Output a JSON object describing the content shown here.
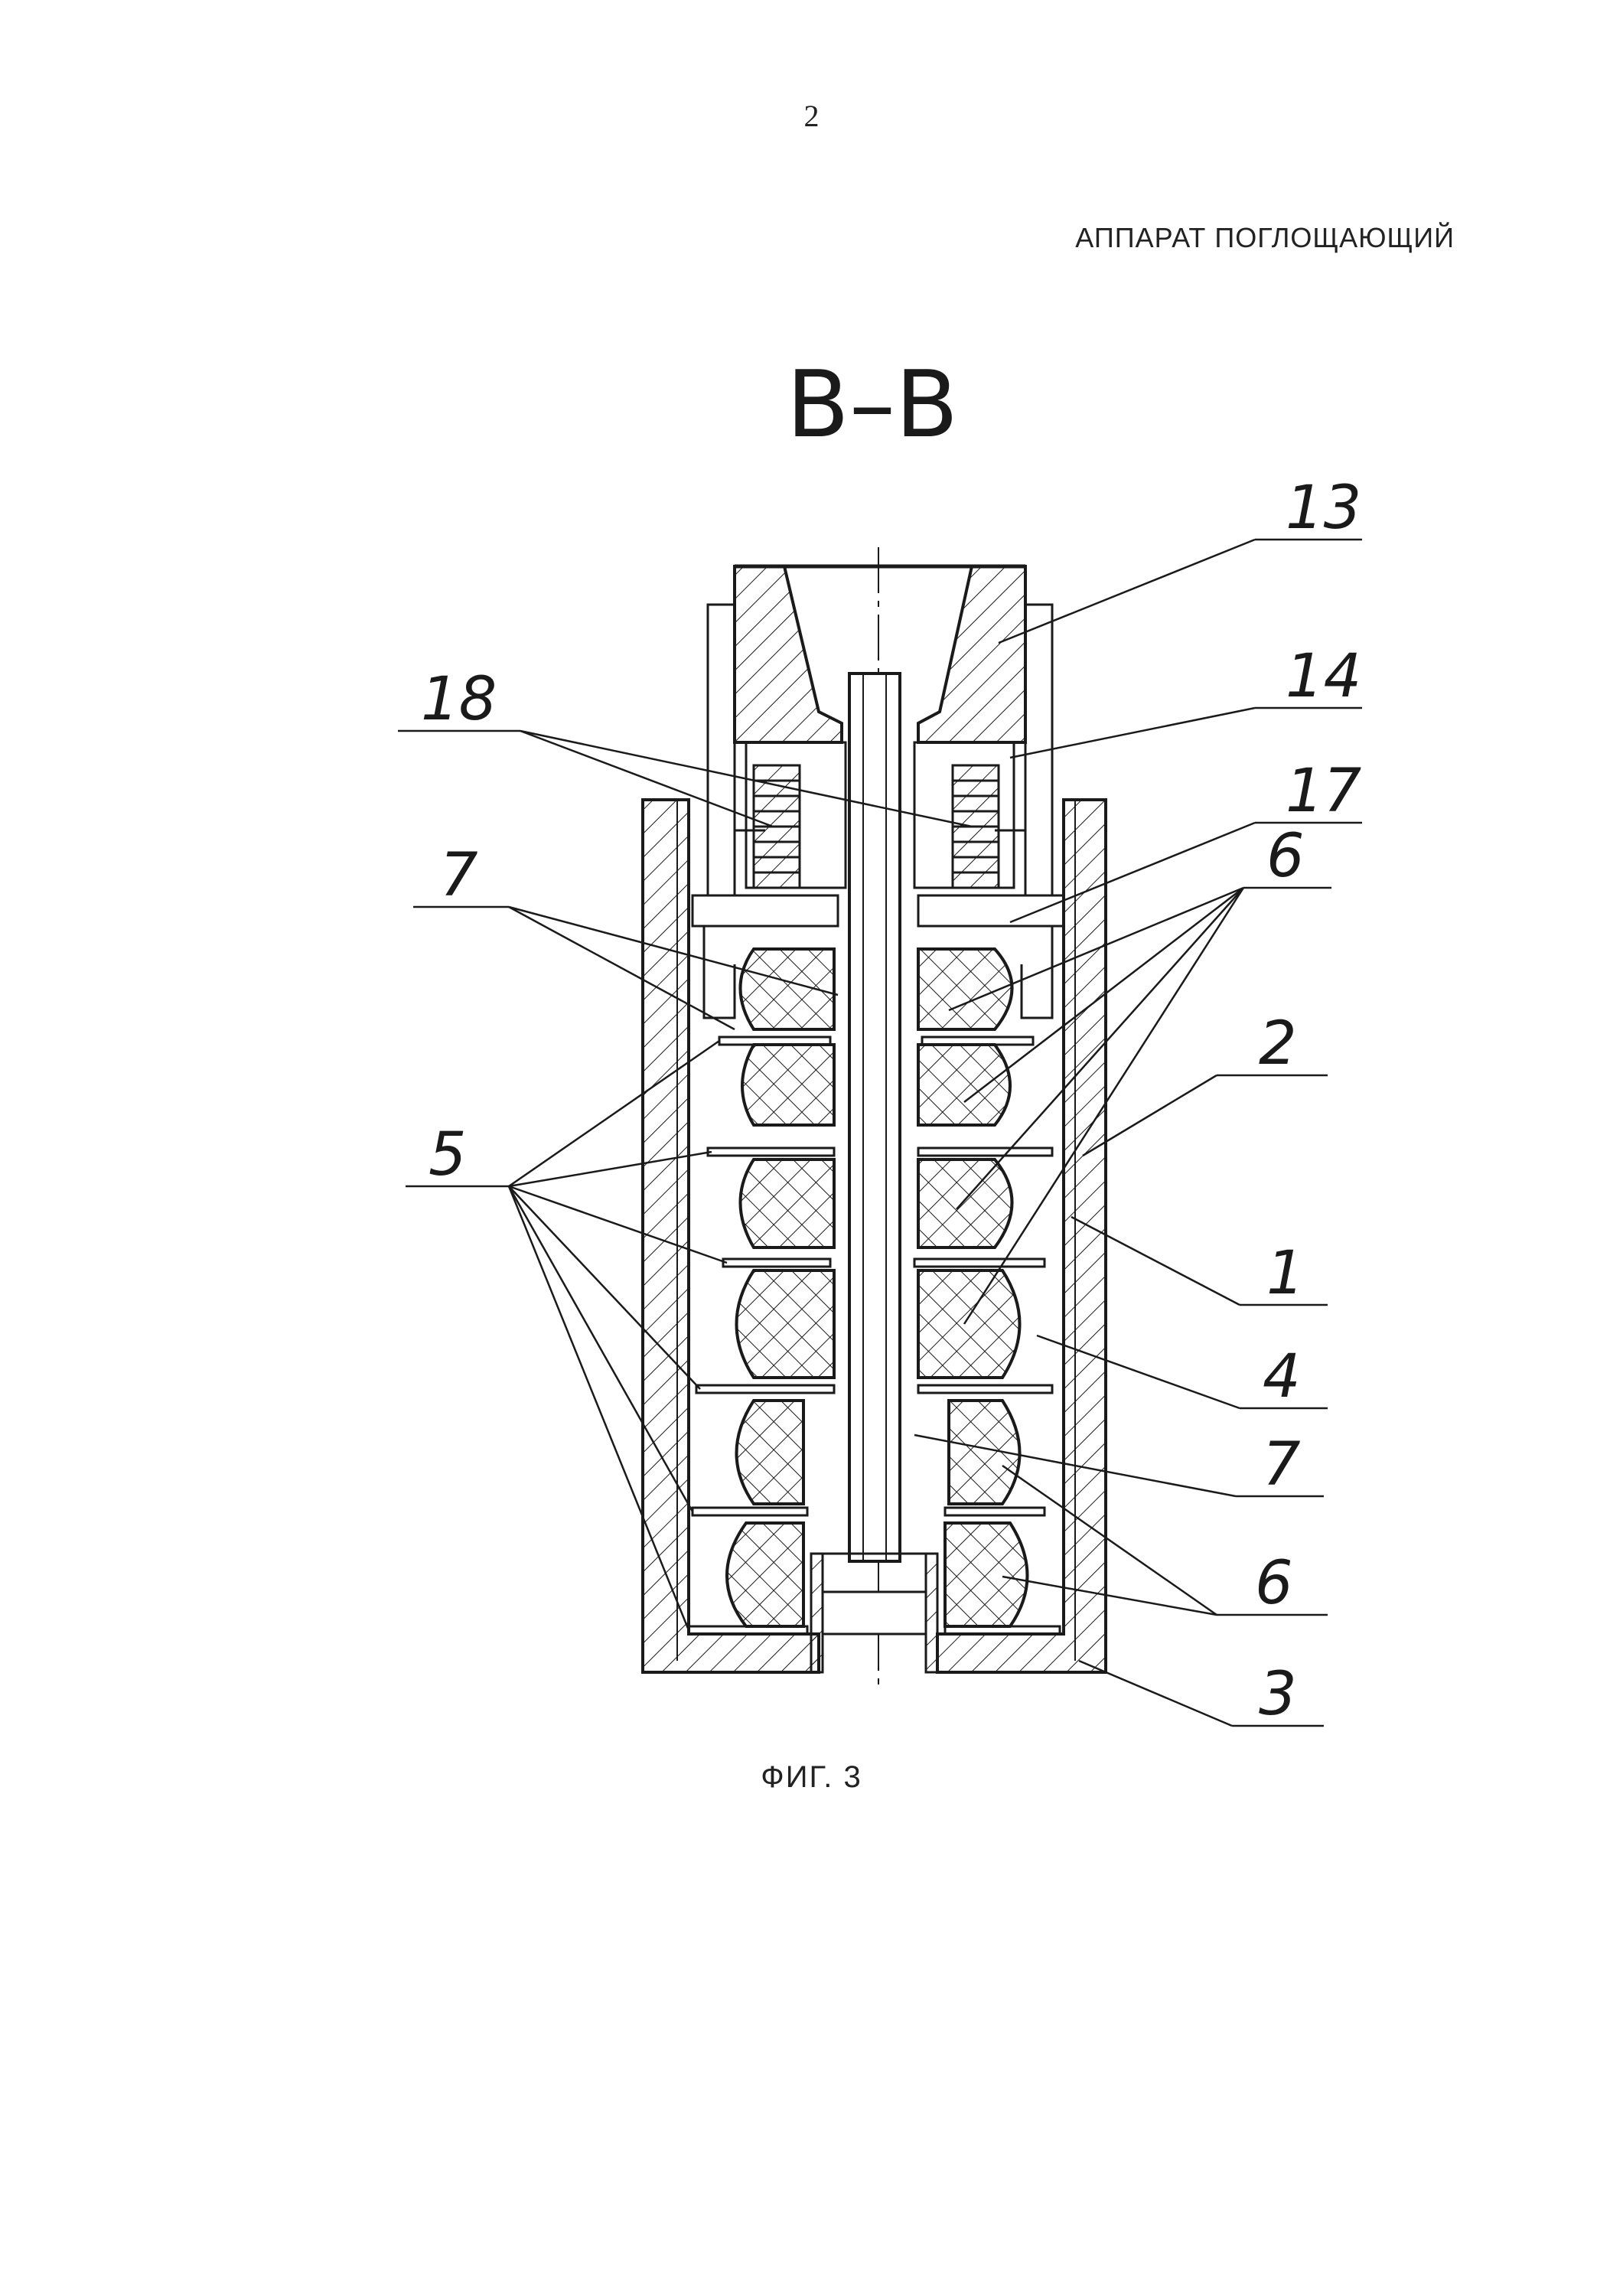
{
  "page_number": "2",
  "document_title": "АППАРАТ ПОГЛОЩАЮЩИЙ",
  "section_label": "B–B",
  "figure_caption": "ФИГ. 3",
  "callouts": {
    "c13": "13",
    "c14": "14",
    "c18": "18",
    "c17": "17",
    "c6a": "6",
    "c7a": "7",
    "c2": "2",
    "c5": "5",
    "c1": "1",
    "c4": "4",
    "c7b": "7",
    "c6b": "6",
    "c3": "3"
  }
}
